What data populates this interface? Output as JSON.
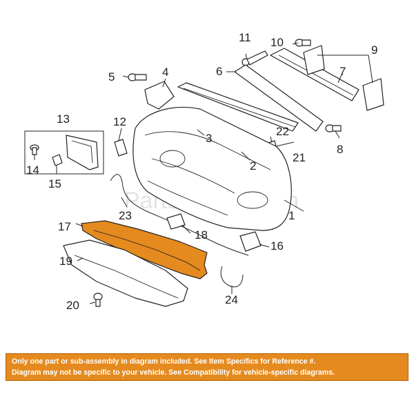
{
  "callouts": {
    "c1": "1",
    "c2": "2",
    "c3": "3",
    "c4": "4",
    "c5": "5",
    "c6": "6",
    "c7": "7",
    "c8": "8",
    "c9": "9",
    "c10": "10",
    "c11": "11",
    "c12": "12",
    "c13": "13",
    "c14": "14",
    "c15": "15",
    "c16": "16",
    "c17": "17",
    "c18": "18",
    "c19": "19",
    "c20": "20",
    "c21": "21",
    "c22": "22",
    "c23": "23",
    "c24": "24"
  },
  "watermark": "Partsmotive.com",
  "highlight_color": "#e58a1e",
  "notice": {
    "line1": "Only one part or sub-assembly in diagram included. See Item Specifics for Reference #.",
    "line2": "Diagram may not be specific to your vehicle. See Compatibility for vehicle-specific diagrams."
  }
}
